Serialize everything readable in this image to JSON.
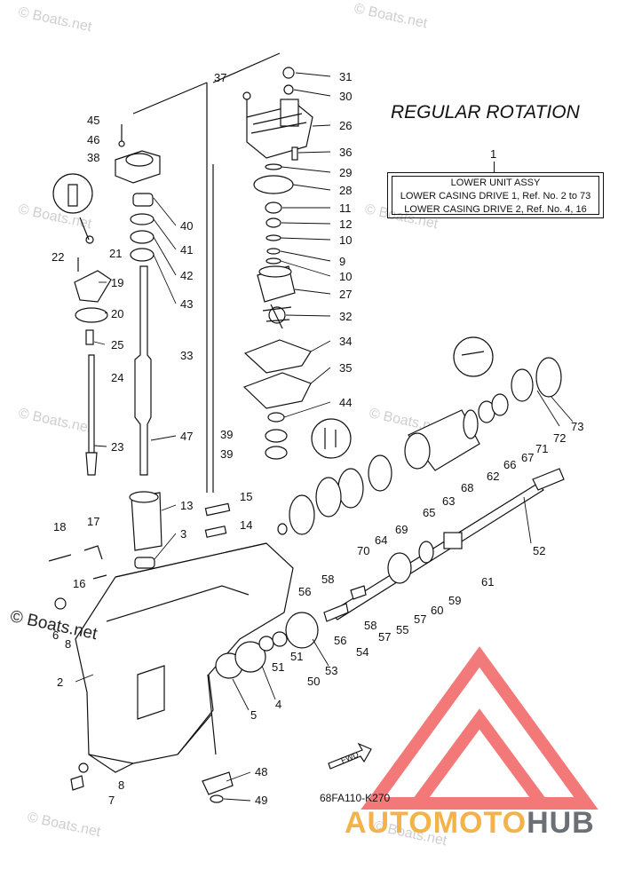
{
  "heading": "REGULAR ROTATION",
  "info_box": {
    "ref": "1",
    "line1": "LOWER UNIT ASSY",
    "line2": "LOWER CASING DRIVE 1,  Ref. No. 2 to 73",
    "line3": "LOWER CASING DRIVE 2,  Ref. No. 4, 16"
  },
  "diagram_code": "68FA110-K270",
  "fwd_label": "FWD",
  "copyright": "© Boats.net",
  "watermark": "© Boats.net",
  "brand": {
    "part1": "AUTOMOTO",
    "part2": "HUB",
    "color1": "#f3b24a",
    "color2": "#6b6f76",
    "logo_color": "#f26b6b"
  },
  "callouts": [
    "31",
    "30",
    "37",
    "26",
    "45",
    "46",
    "38",
    "36",
    "29",
    "28",
    "40",
    "11",
    "12",
    "10",
    "41",
    "42",
    "9",
    "10",
    "21",
    "22",
    "19",
    "43",
    "27",
    "20",
    "32",
    "25",
    "34",
    "33",
    "24",
    "35",
    "44",
    "23",
    "47",
    "39",
    "39",
    "15",
    "14",
    "13",
    "3",
    "18",
    "17",
    "16",
    "6",
    "8",
    "2",
    "58",
    "56",
    "56",
    "58",
    "57",
    "55",
    "54",
    "53",
    "51",
    "51",
    "50",
    "5",
    "4",
    "48",
    "49",
    "8",
    "7",
    "52",
    "61",
    "59",
    "60",
    "57",
    "62",
    "66",
    "67",
    "72",
    "73",
    "71",
    "68",
    "63",
    "65",
    "69",
    "64",
    "70"
  ]
}
